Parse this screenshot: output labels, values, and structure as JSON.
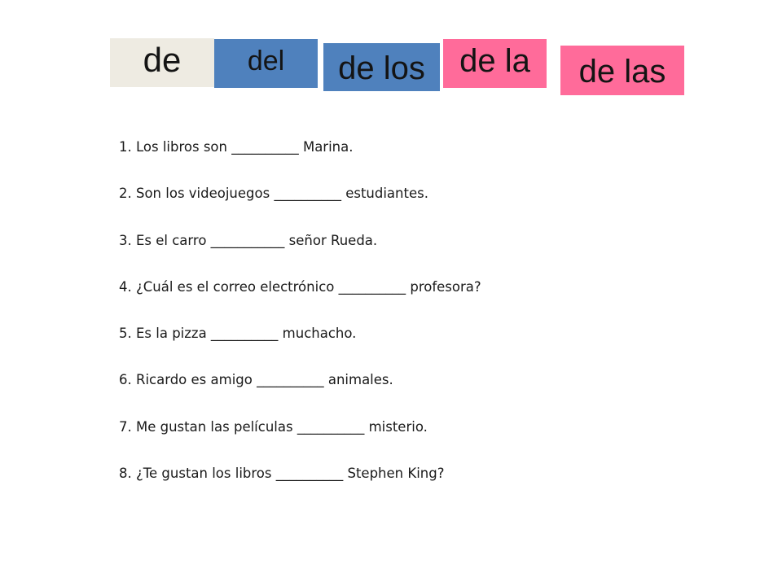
{
  "colors": {
    "de": "#eeebe2",
    "del": "#4f81bd",
    "de_los": "#4f81bd",
    "de_la": "#ff6b9a",
    "de_las": "#ff6b9a"
  },
  "word_bank": [
    {
      "label": "de"
    },
    {
      "label": "del"
    },
    {
      "label": "de los"
    },
    {
      "label": "de la"
    },
    {
      "label": "de las"
    }
  ],
  "exercises": [
    {
      "text": "1. Los libros son __________ Marina."
    },
    {
      "text": "2. Son los videojuegos __________ estudiantes."
    },
    {
      "text": "3. Es el carro ___________ señor Rueda."
    },
    {
      "text": "4. ¿Cuál es el correo electrónico __________ profesora?"
    },
    {
      "text": "5. Es la pizza __________ muchacho."
    },
    {
      "text": "6. Ricardo es amigo __________ animales."
    },
    {
      "text": "7. Me gustan las películas __________ misterio."
    },
    {
      "text": "8. ¿Te gustan los libros __________ Stephen King?"
    }
  ]
}
